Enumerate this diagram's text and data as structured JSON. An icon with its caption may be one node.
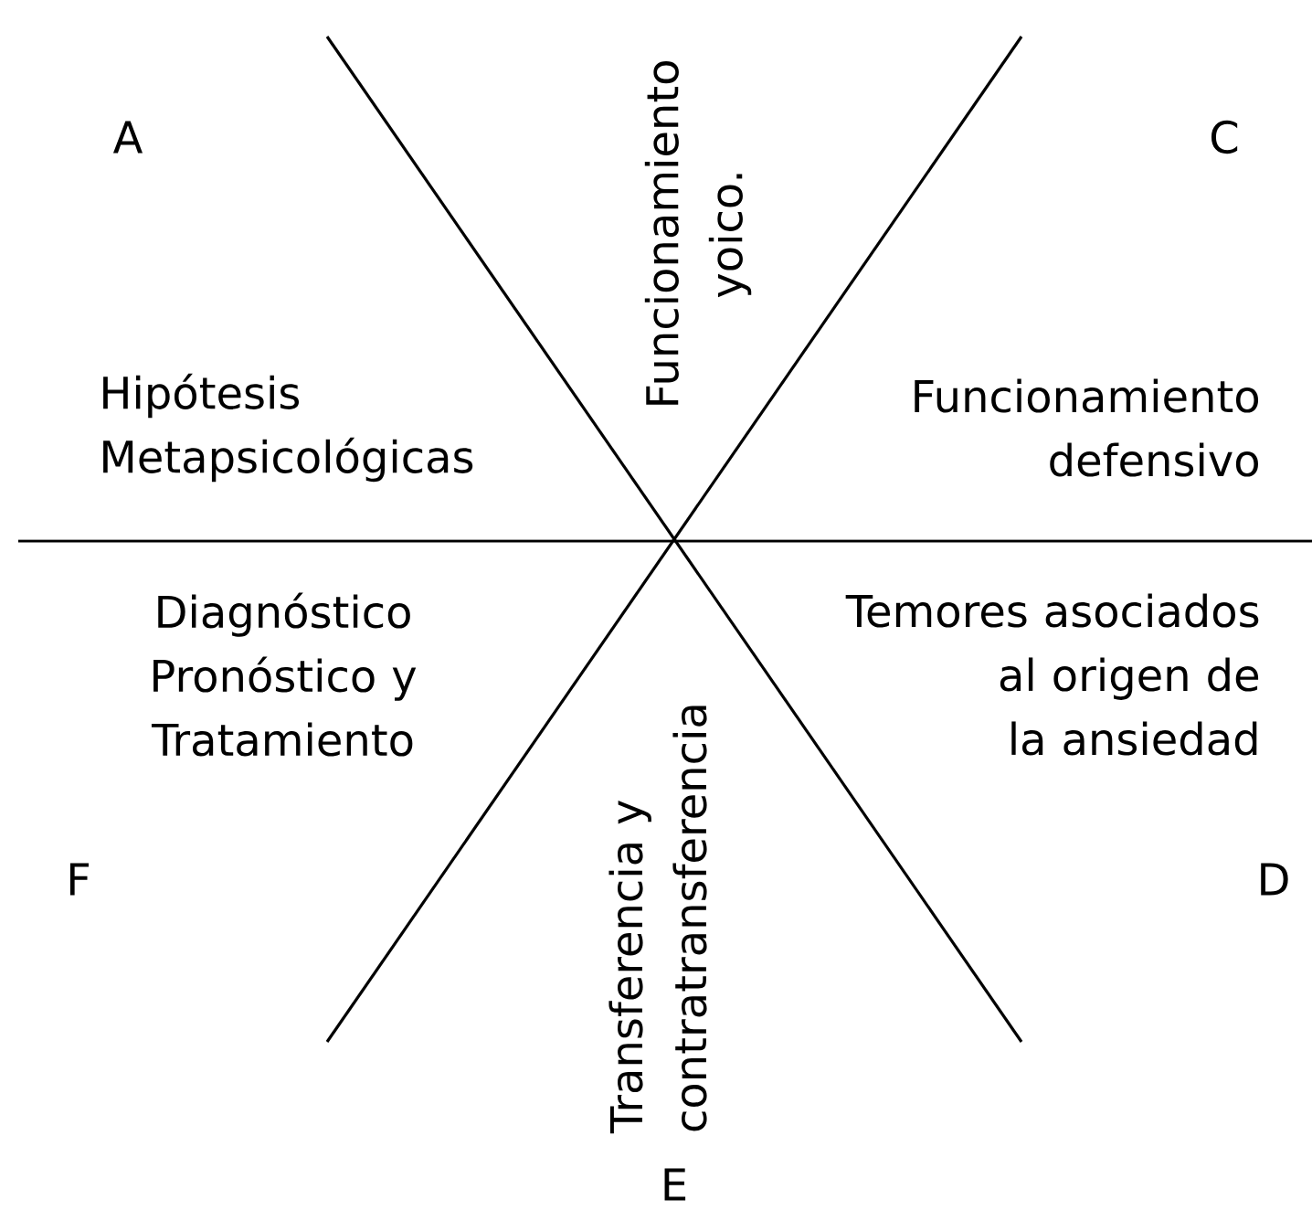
{
  "diagram": {
    "labels": [
      "A",
      "Funcionamiento yoico.",
      "C",
      "Hipótesis Metapsicológicas",
      "Funcionamiento defensivo",
      "Diagnóstico Pronóstico y Tratamiento",
      "Temores asociados al origen de la ansiedad",
      "F",
      "D",
      "Transferencia y contratransferencia",
      "E"
    ]
  }
}
